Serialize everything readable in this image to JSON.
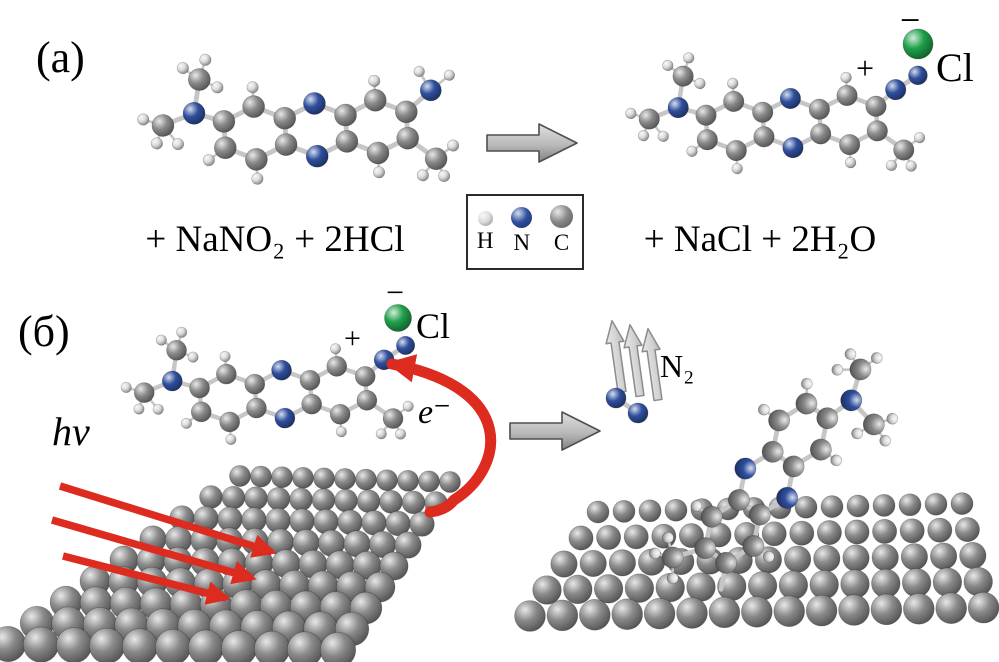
{
  "figure": {
    "panel_a_label": "(а)",
    "panel_b_label": "(б)",
    "reagents_left": "+ NaNO₂ + 2HCl",
    "products_right": "+ NaCl + 2H₂O",
    "chloride_label": "Cl",
    "plus_charge": "+",
    "minus_charge": "−",
    "photon_label": "hν",
    "electron_label": "e⁻",
    "nitrogen_gas_label": "N₂"
  },
  "legend": {
    "items": [
      {
        "symbol": "H",
        "color": "#dcdcdc"
      },
      {
        "symbol": "N",
        "color": "#2f4f9e"
      },
      {
        "symbol": "C",
        "color": "#8a8a8a"
      }
    ]
  },
  "colors": {
    "chlorine": "#1fa04a",
    "highlight_red": "#dd2b20",
    "block_arrow_gray": "#b9b9b9",
    "bond_gray": "#c6c6c6",
    "background": "#ffffff",
    "text": "#000000"
  }
}
